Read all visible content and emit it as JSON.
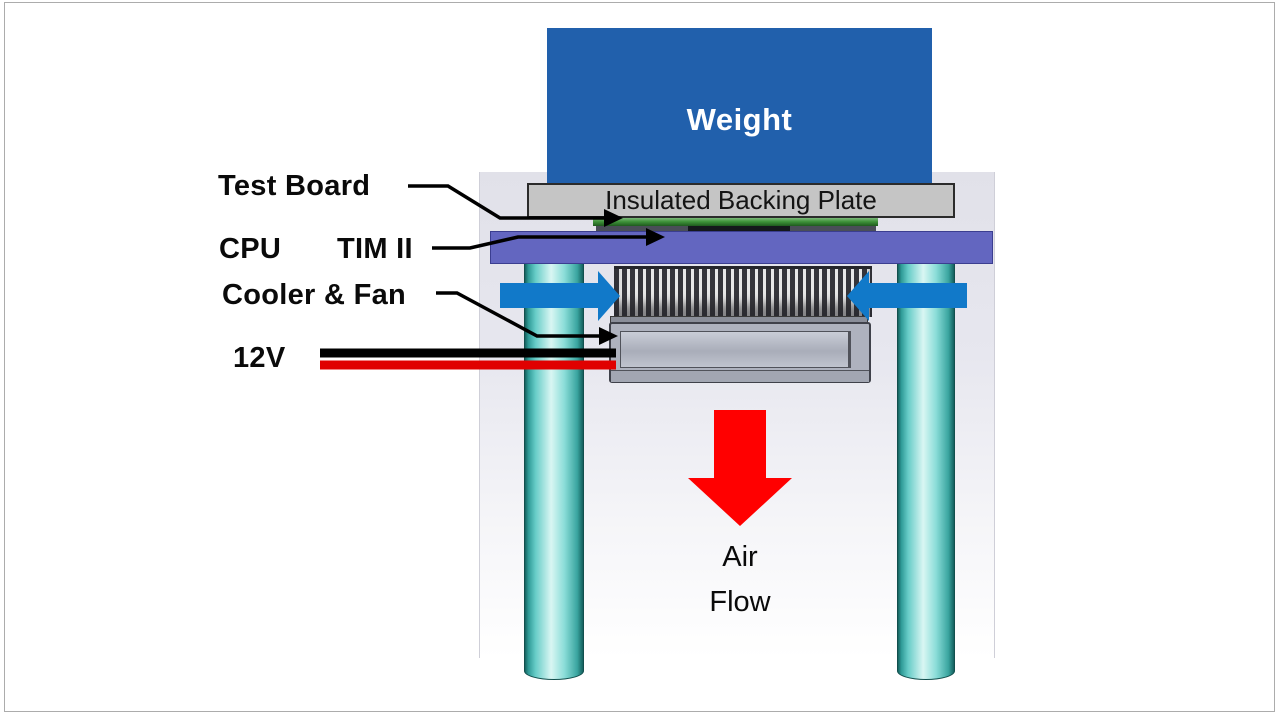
{
  "slide": {
    "labels": {
      "weight": "Weight",
      "backing_plate": "Insulated Backing Plate",
      "test_board": "Test Board",
      "cpu": "CPU",
      "tim": "TIM II",
      "cooler_fan": "Cooler & Fan",
      "power": "12V",
      "air_line1": "Air",
      "air_line2": "Flow"
    },
    "colors": {
      "weight-blue": "#2160AC",
      "plate-gray": "#C5C5C5",
      "board-green": "#3F9339",
      "spreader-purple": "#6366C0",
      "arrow-blue": "#1179C9",
      "arrow-red": "#FF0000",
      "wire-red": "#E00000",
      "wire-black": "#000000",
      "post-teal": "#66CCC7",
      "panel-gray": "#E1E1E9"
    }
  }
}
